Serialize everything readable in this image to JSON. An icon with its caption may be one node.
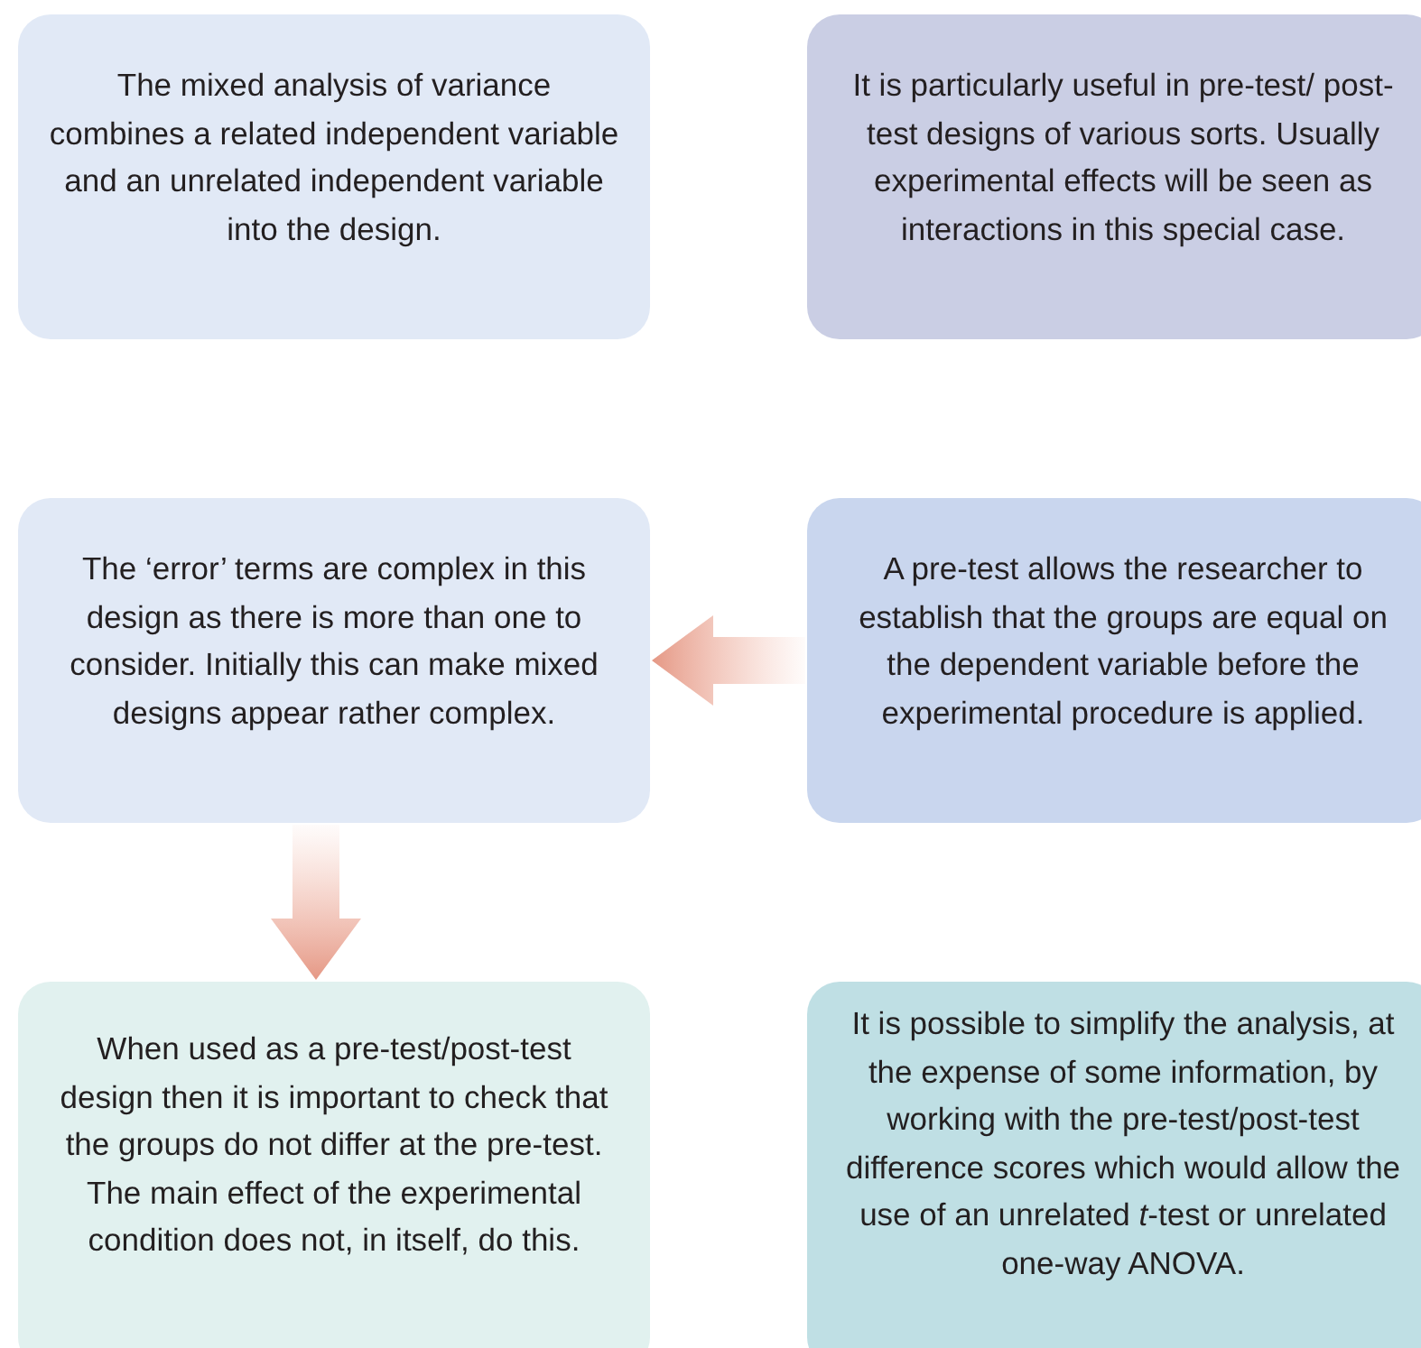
{
  "diagram": {
    "nodes": [
      {
        "text": [
          "The mixed analysis of variance combines a related independent variable and an unrelated independent variable into the design."
        ]
      },
      {
        "text": [
          "It is particularly useful in pre-test/ post-test designs of various sorts. Usually experimental effects will be seen as interactions in this special case."
        ]
      },
      {
        "text": [
          "The ‘error’ terms are complex in this design as there is more than one to consider. Initially this can make mixed designs appear rather complex."
        ]
      },
      {
        "text": [
          "A pre-test allows the researcher to establish that the groups are equal on the dependent variable before the experimental procedure is applied."
        ]
      },
      {
        "text": [
          "When used as a pre-test/post-test design then it is important to check that the groups do not differ at the pre-test. The main effect of the experimental condition does not, in itself, do this."
        ]
      },
      {
        "text": [
          "It is possible to simplify the analysis, at the expense of some information, by working with the pre-test/post-test difference scores which would allow the use of an unrelated *t*-test or unrelated one-way ANOVA."
        ]
      }
    ],
    "edges": [
      {
        "from": 3,
        "to": 2,
        "arrow": "to"
      },
      {
        "from": 2,
        "to": 4,
        "arrow": "to"
      }
    ]
  }
}
